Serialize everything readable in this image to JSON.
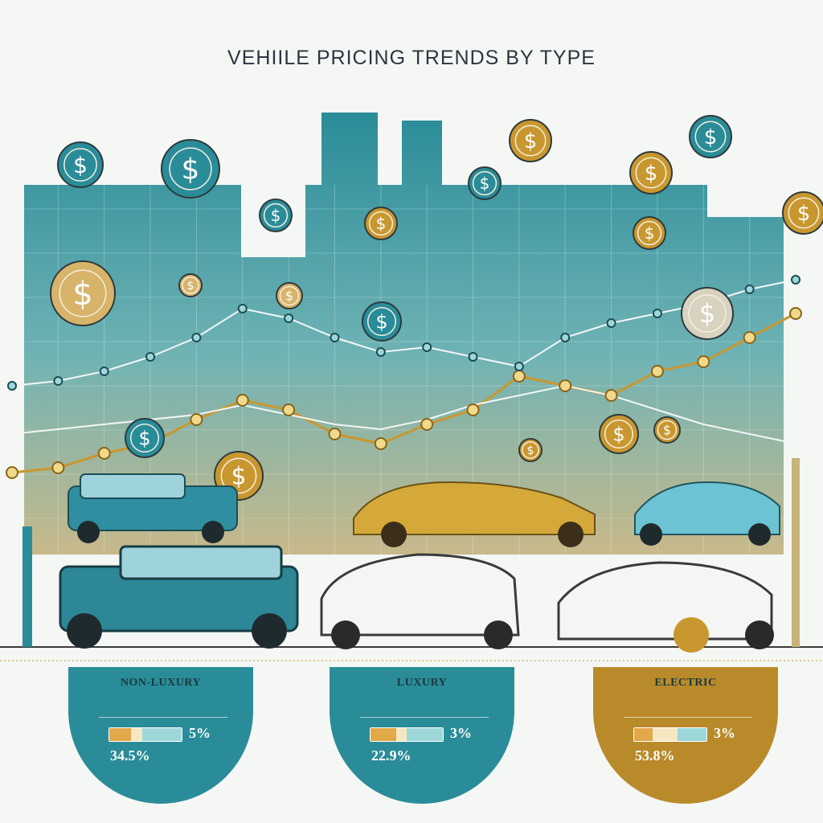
{
  "title": "VEHIILE PRICING TRENDS BY TYPE",
  "colors": {
    "teal": "#2a8c99",
    "teal_dark": "#1f6f7a",
    "gold": "#c9972f",
    "bg": "#f4f7f4",
    "white_line": "#f2f6f6"
  },
  "chart_data": {
    "type": "line",
    "title": "VEHIILE PRICING TRENDS BY TYPE",
    "x": [
      1,
      2,
      3,
      4,
      5,
      6,
      7,
      8,
      9,
      10,
      11,
      12,
      13,
      14,
      15,
      16,
      17,
      18
    ],
    "series": [
      {
        "values": [
          52,
          53,
          56,
          58,
          63,
          67,
          65,
          60,
          58,
          62,
          65,
          72,
          70,
          68,
          73,
          75,
          80,
          85
        ],
        "color": "#c9972f"
      },
      {
        "values": [
          70,
          71,
          73,
          76,
          80,
          86,
          84,
          80,
          77,
          78,
          76,
          74,
          80,
          83,
          85,
          87,
          90,
          92
        ],
        "color": "#f2f6f6"
      },
      {
        "values": [
          60,
          61,
          62,
          63,
          64,
          66,
          64,
          62,
          61,
          63,
          66,
          68,
          70,
          68,
          65,
          62,
          60,
          58
        ],
        "color": "#f2f6f6"
      }
    ],
    "xlabel": "",
    "ylabel": "",
    "ylim": [
      0,
      100
    ],
    "grid": true
  },
  "vehicles": [
    {
      "label": "NON-LUXURY",
      "change": "5%",
      "share": "34.5%",
      "color": "#2a8c99"
    },
    {
      "label": "LUXURY",
      "change": "3%",
      "share": "22.9%",
      "color": "#2a8c99"
    },
    {
      "label": "ELECTRIC",
      "change": "3%",
      "share": "53.8%",
      "color": "#b98a2a"
    }
  ],
  "icons": [
    "dollar-coin-icon",
    "car-icon",
    "suv-icon",
    "sports-car-icon",
    "electric-car-icon",
    "plant-icon"
  ]
}
